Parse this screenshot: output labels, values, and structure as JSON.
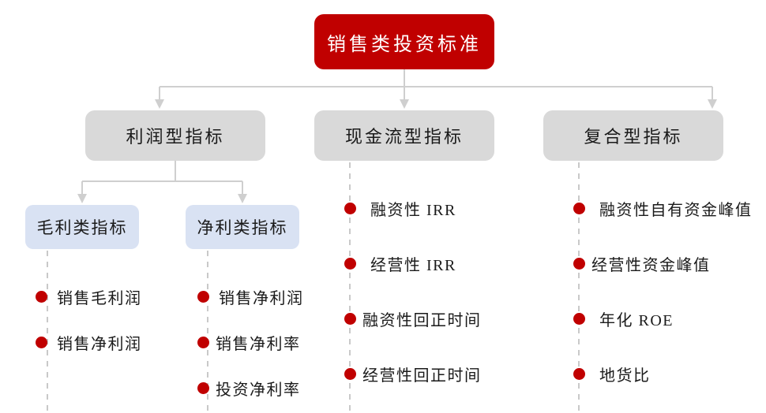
{
  "diagram": {
    "title": "销售类投资标准",
    "colors": {
      "root_fill": "#C00000",
      "category_fill": "#D9D9D9",
      "subcategory_fill": "#D9E2F3",
      "bullet": "#C00000",
      "connector": "#D0D0D0",
      "dashed_line": "#C9C9C9",
      "text": "#1A1A1A",
      "root_text": "#FFFFFF"
    },
    "root": {
      "label": "销售类投资标准"
    },
    "categories": [
      {
        "label": "利润型指标"
      },
      {
        "label": "现金流型指标"
      },
      {
        "label": "复合型指标"
      }
    ],
    "subcategories": [
      {
        "label": "毛利类指标"
      },
      {
        "label": "净利类指标"
      }
    ],
    "leaf_groups": [
      {
        "parent": "毛利类指标",
        "items": [
          {
            "label": "销售毛利润"
          },
          {
            "label": "销售净利润"
          }
        ]
      },
      {
        "parent": "净利类指标",
        "items": [
          {
            "label": "销售净利润"
          },
          {
            "label": "销售净利率"
          },
          {
            "label": "投资净利率"
          }
        ]
      },
      {
        "parent": "现金流型指标",
        "items": [
          {
            "label": "融资性 IRR"
          },
          {
            "label": "经营性 IRR"
          },
          {
            "label": "融资性回正时间"
          },
          {
            "label": "经营性回正时间"
          }
        ]
      },
      {
        "parent": "复合型指标",
        "items": [
          {
            "label": "融资性自有资金峰值"
          },
          {
            "label": "经营性资金峰值"
          },
          {
            "label": "年化 ROE"
          },
          {
            "label": "地货比"
          }
        ]
      }
    ]
  }
}
